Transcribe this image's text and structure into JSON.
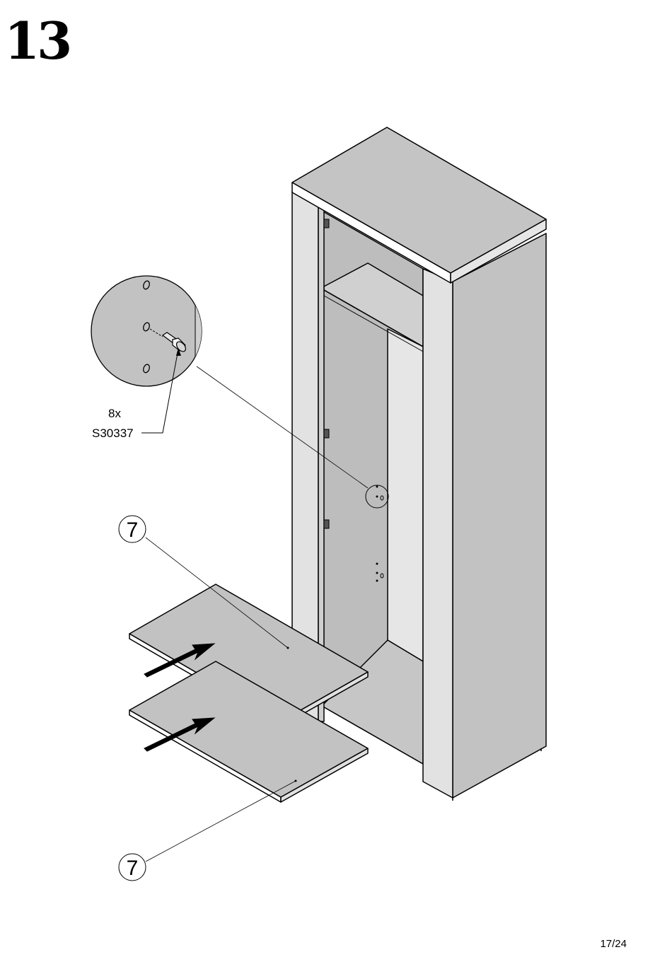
{
  "step_number": "13",
  "hardware": {
    "quantity": "8x",
    "part_code": "S30337"
  },
  "part_callouts": [
    "7",
    "7"
  ],
  "page_number": "17/24"
}
